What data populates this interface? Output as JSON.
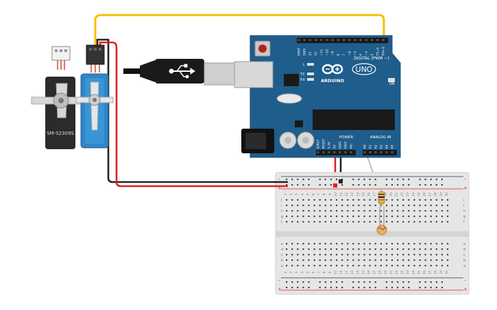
{
  "servo_left": {
    "model_label": "SM-S2309S"
  },
  "arduino": {
    "logo_text": "ARDUINO",
    "uno_label": "UNO",
    "digital_label": "DIGITAL (PWM ~)",
    "power_label": "POWER",
    "analog_label": "ANALOG IN",
    "on_label": "ON",
    "tx_label": "TX",
    "rx_label": "RX",
    "l_label": "L",
    "digital_pins": [
      "AREF",
      "GND",
      "13",
      "12",
      "~11",
      "~10",
      "~9",
      "8",
      "7",
      "~6",
      "~5",
      "4",
      "~3",
      "2",
      "TX→1",
      "RX←0"
    ],
    "power_pins": [
      "IOREF",
      "RESET",
      "3.3V",
      "5V",
      "GND",
      "GND",
      "Vin"
    ],
    "analog_pins": [
      "A0",
      "A1",
      "A2",
      "A3",
      "A4",
      "A5"
    ]
  },
  "breadboard": {
    "column_numbers": [
      "1",
      "2",
      "3",
      "4",
      "5",
      "6",
      "7",
      "8",
      "9",
      "10",
      "11",
      "12",
      "13",
      "14",
      "15",
      "16",
      "17",
      "18",
      "19",
      "20",
      "21",
      "22",
      "23",
      "24",
      "25",
      "26",
      "27",
      "28",
      "29",
      "30"
    ],
    "row_letters_top": [
      "j",
      "i",
      "h",
      "g",
      "f"
    ],
    "row_letters_bottom": [
      "e",
      "d",
      "c",
      "b",
      "a"
    ],
    "rail_plus": "+",
    "rail_minus": "-"
  },
  "colors": {
    "arduino_blue": "#1f5d8c",
    "wire_red": "#e02020",
    "wire_black": "#222222",
    "wire_yellow": "#f2c200",
    "breadboard": "#e6e6e6"
  }
}
